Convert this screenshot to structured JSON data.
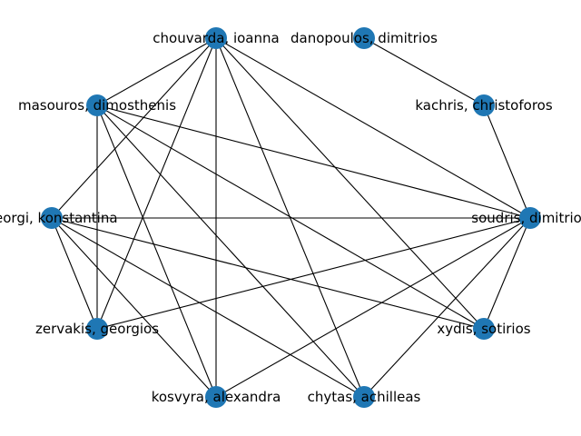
{
  "graph": {
    "node_color": "#1f77b4",
    "edge_color": "#000000",
    "nodes": [
      {
        "id": "chouvarda",
        "label": "chouvarda, ioanna"
      },
      {
        "id": "danopoulos",
        "label": "danopoulos, dimitrios"
      },
      {
        "id": "masouros",
        "label": "masouros, dimosthenis"
      },
      {
        "id": "kachris",
        "label": "kachris, christoforos"
      },
      {
        "id": "georgi",
        "label": "georgi, konstantina"
      },
      {
        "id": "soudris",
        "label": "soudris, dimitrios"
      },
      {
        "id": "zervakis",
        "label": "zervakis, georgios"
      },
      {
        "id": "xydis",
        "label": "xydis, sotirios"
      },
      {
        "id": "kosvyra",
        "label": "kosvyra, alexandra"
      },
      {
        "id": "chytas",
        "label": "chytas, achilleas"
      }
    ],
    "edges": [
      [
        "danopoulos",
        "kachris"
      ],
      [
        "kachris",
        "soudris"
      ],
      [
        "chouvarda",
        "masouros"
      ],
      [
        "chouvarda",
        "georgi"
      ],
      [
        "chouvarda",
        "zervakis"
      ],
      [
        "chouvarda",
        "kosvyra"
      ],
      [
        "chouvarda",
        "chytas"
      ],
      [
        "chouvarda",
        "xydis"
      ],
      [
        "chouvarda",
        "soudris"
      ],
      [
        "masouros",
        "zervakis"
      ],
      [
        "masouros",
        "kosvyra"
      ],
      [
        "masouros",
        "chytas"
      ],
      [
        "masouros",
        "xydis"
      ],
      [
        "masouros",
        "soudris"
      ],
      [
        "georgi",
        "zervakis"
      ],
      [
        "georgi",
        "kosvyra"
      ],
      [
        "georgi",
        "chytas"
      ],
      [
        "georgi",
        "xydis"
      ],
      [
        "georgi",
        "soudris"
      ],
      [
        "soudris",
        "zervakis"
      ],
      [
        "soudris",
        "kosvyra"
      ],
      [
        "soudris",
        "chytas"
      ],
      [
        "soudris",
        "xydis"
      ]
    ]
  }
}
